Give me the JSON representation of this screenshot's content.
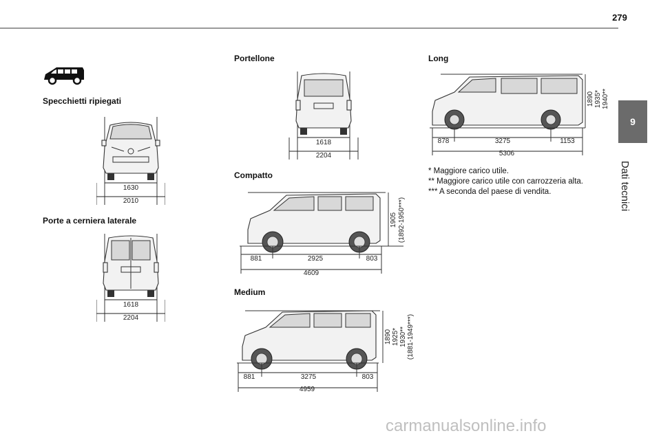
{
  "page": {
    "number": "279"
  },
  "side_tab": {
    "chapter_number": "9",
    "chapter_title": "Dati tecnici"
  },
  "sections": {
    "mirrors": {
      "heading": "Specchietti ripiegati",
      "width_a": "1630",
      "width_b": "2010",
      "icon": "van-side-icon"
    },
    "hinged_doors": {
      "heading": "Porte a cerniera laterale",
      "width_a": "1618",
      "width_b": "2204"
    },
    "tailgate": {
      "heading": "Portellone",
      "width_a": "1618",
      "width_b": "2204"
    },
    "compact": {
      "heading": "Compatto",
      "front": "881",
      "wheelbase": "2925",
      "rear": "803",
      "total": "4609",
      "height_a": "1905",
      "height_b": "(1892-1950***)"
    },
    "medium": {
      "heading": "Medium",
      "front": "881",
      "wheelbase": "3275",
      "rear": "803",
      "total": "4959",
      "height_a": "1890",
      "height_b": "1925*",
      "height_c": "1930**",
      "height_d": "(1881-1949***)"
    },
    "long": {
      "heading": "Long",
      "front": "878",
      "wheelbase": "3275",
      "rear": "1153",
      "total": "5306",
      "height_a": "1890",
      "height_b": "1935*",
      "height_c": "1940**"
    }
  },
  "notes": [
    "* Maggiore carico utile.",
    "** Maggiore carico utile con carrozzeria alta.",
    "*** A seconda del paese di vendita."
  ],
  "watermark": "carmanualsonline.info"
}
